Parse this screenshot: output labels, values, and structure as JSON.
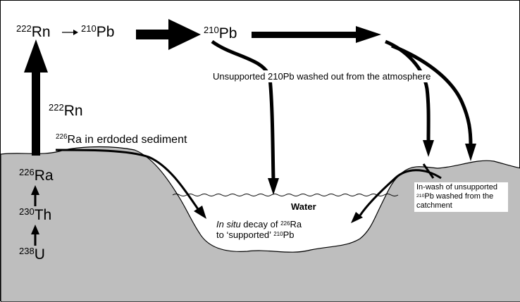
{
  "labels": {
    "rn222_top": {
      "sup": "222",
      "text": "Rn"
    },
    "pb210_left": {
      "sup": "210",
      "text": "Pb"
    },
    "pb210_mid": {
      "sup": "210",
      "text": "Pb"
    },
    "rn222_side": {
      "sup": "222",
      "text": "Rn"
    },
    "ra226": {
      "sup": "226",
      "text": "Ra"
    },
    "th230": {
      "sup": "230",
      "text": "Th"
    },
    "u238": {
      "sup": "238",
      "text": "U"
    },
    "eroded_sediment": {
      "sup": "226",
      "text": "Ra in erdoded sediment"
    },
    "unsupported_washout": "Unsupported 210Pb washed out from the atmosphere",
    "water": "Water",
    "insitu_decay": {
      "italic": "In situ",
      "line1_rest": " decay of ",
      "line1_sup": "226",
      "line1_tail": "Ra",
      "line2_pre": "to ‘supported’ ",
      "line2_sup": "210",
      "line2_tail": "Pb"
    },
    "inwash": {
      "line1": "In-wash of unsupported",
      "line2_sup": "210",
      "line2_tail": "Pb washed from the",
      "line3": "catchment"
    }
  },
  "colors": {
    "ground": "#bebebe",
    "outline": "#000000",
    "background": "#ffffff"
  }
}
